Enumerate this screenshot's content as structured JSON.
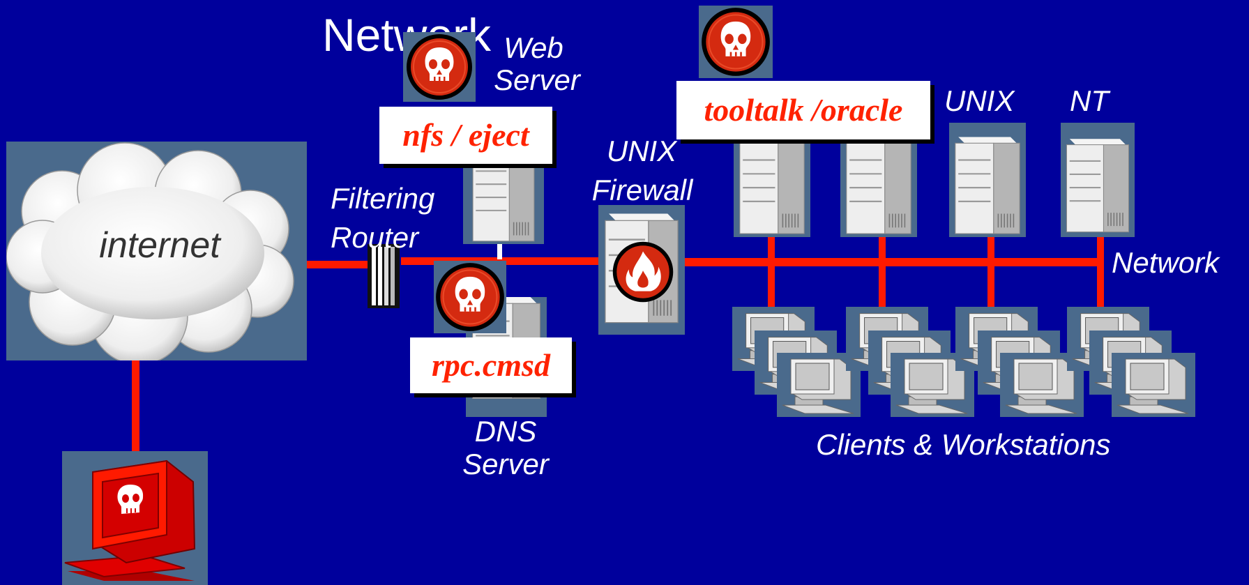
{
  "slide": {
    "title": "Network"
  },
  "labels": {
    "web_server_1": "Web",
    "web_server_2": "Server",
    "filtering_router_1": "Filtering",
    "filtering_router_2": "Router",
    "unix_firewall_1": "UNIX",
    "unix_firewall_2": "Firewall",
    "unix": "UNIX",
    "nt": "NT",
    "network": "Network",
    "dns_server_1": "DNS",
    "dns_server_2": "Server",
    "clients": "Clients & Workstations",
    "internet": "internet"
  },
  "exploits": {
    "web": "nfs / eject",
    "dns": "rpc.cmsd",
    "servers": "tooltalk /oracle"
  },
  "colors": {
    "background": "#00009c",
    "wire": "#ff1a00",
    "panel": "#4a6a8c",
    "exploit_text": "#ff2200"
  },
  "icons": [
    "skull-icon",
    "server-icon",
    "workstation-icon",
    "firewall-icon",
    "router-icon",
    "cloud-icon",
    "attacker-computer-icon"
  ]
}
